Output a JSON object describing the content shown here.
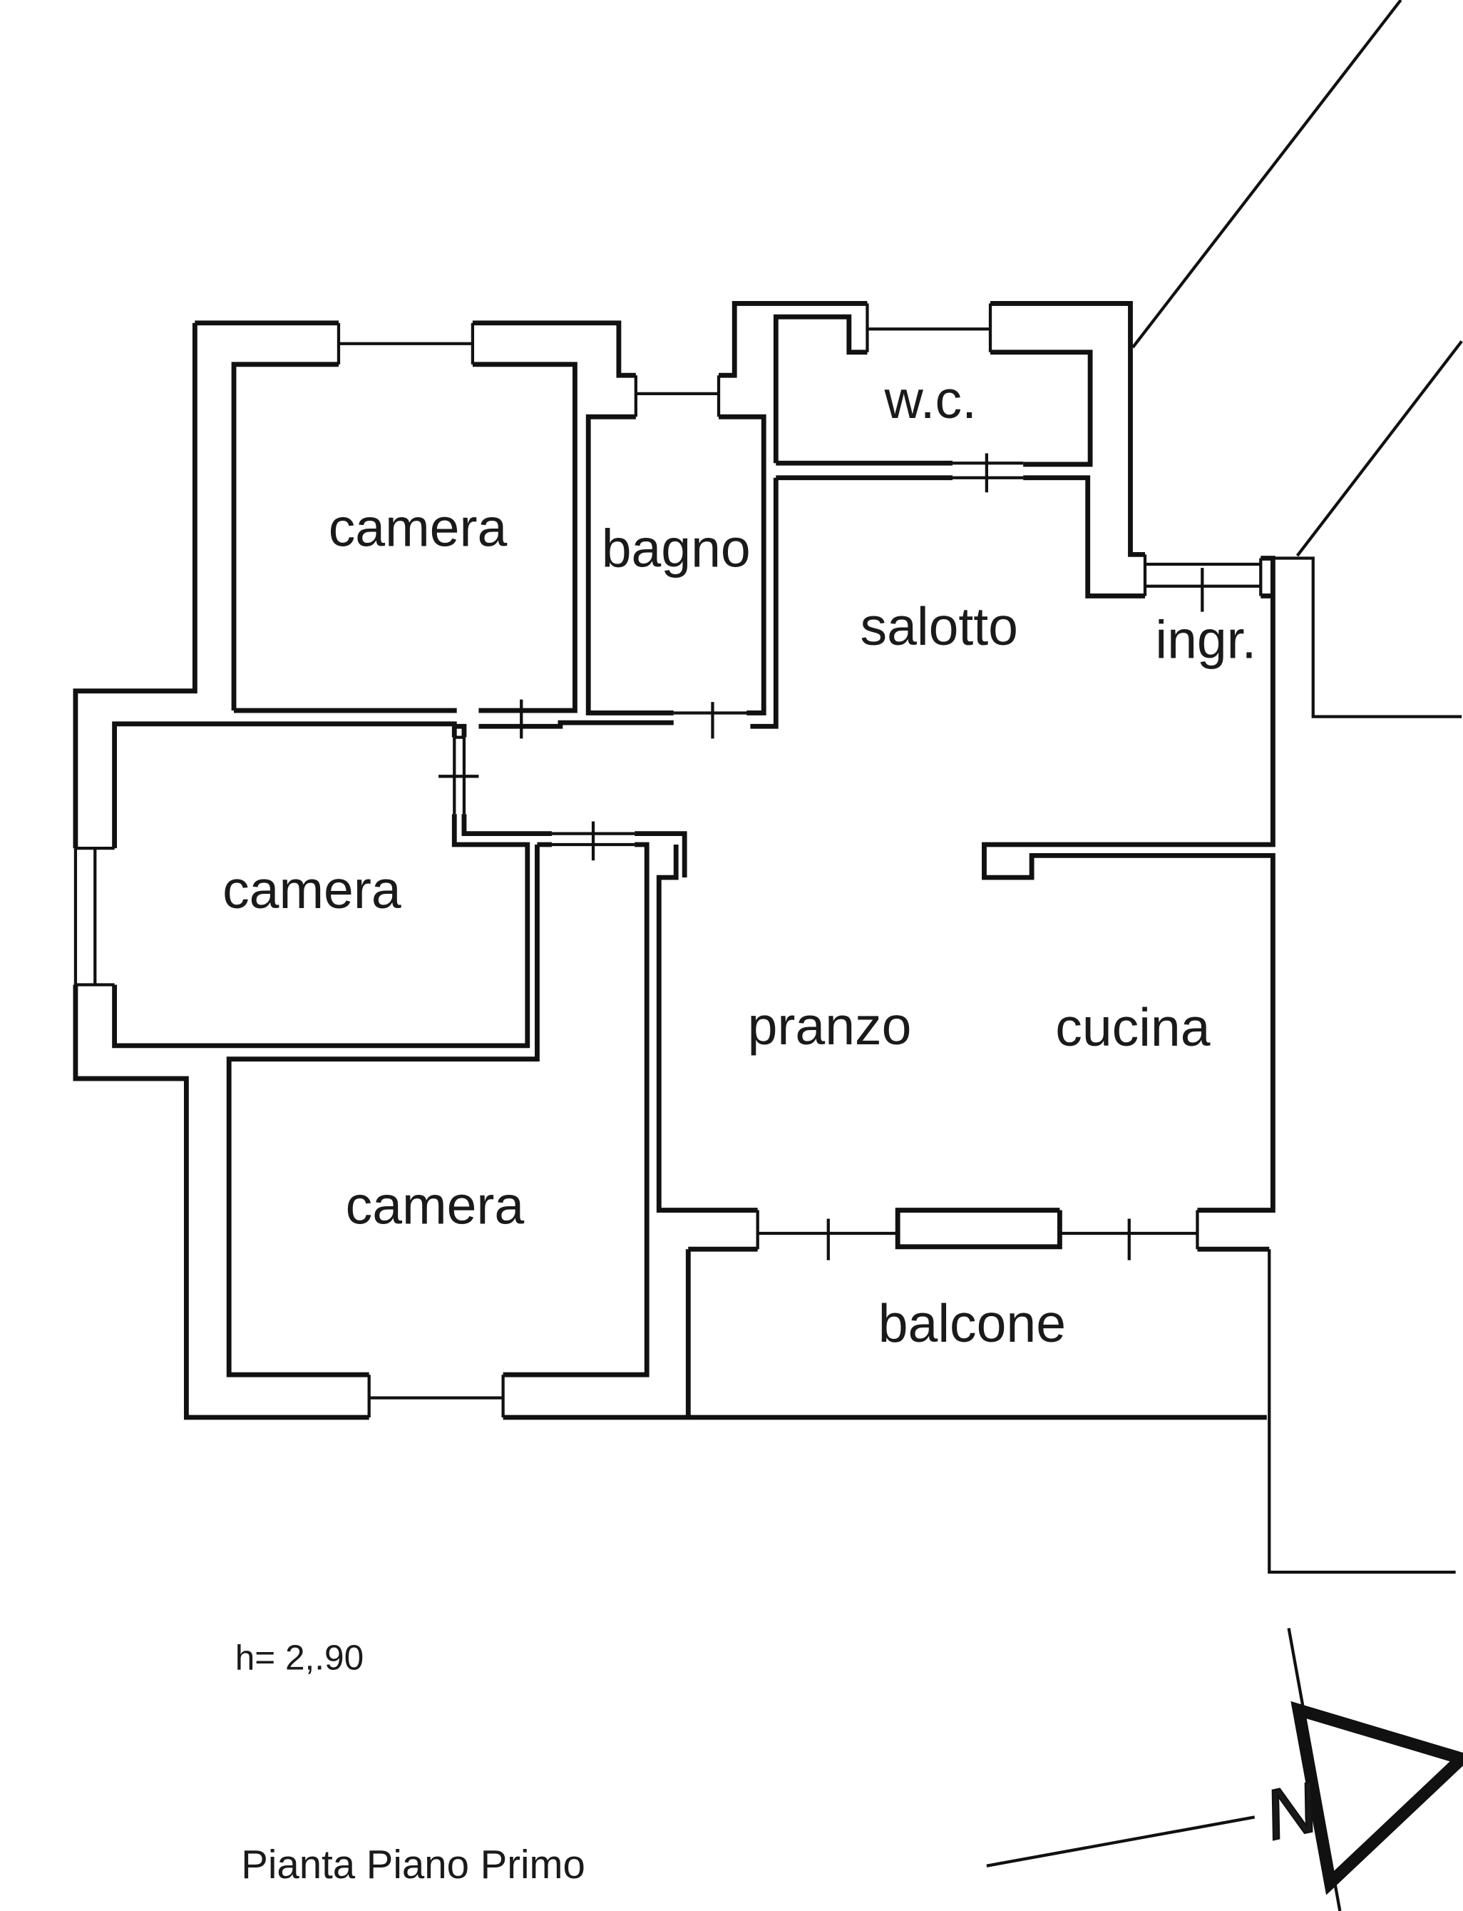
{
  "plan": {
    "rooms": {
      "camera_1": "camera",
      "bagno": "bagno",
      "wc": "w.c.",
      "salotto": "salotto",
      "ingresso": "ingr.",
      "camera_2": "camera",
      "pranzo": "pranzo",
      "cucina": "cucina",
      "camera_3": "camera",
      "balcone": "balcone"
    },
    "height_note": "h= 2,.90",
    "title": "Pianta Piano Primo",
    "north_letter": "N"
  }
}
